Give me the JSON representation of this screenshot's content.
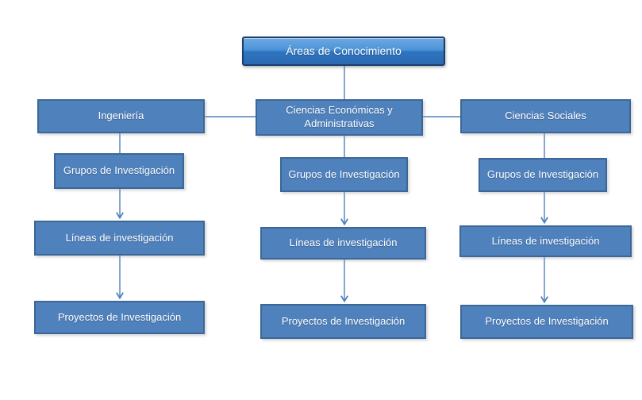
{
  "diagram": {
    "root": {
      "label": "Áreas de Conocimiento"
    },
    "columns": [
      {
        "area": "Ingeniería",
        "levels": [
          "Grupos de Investigación",
          "Líneas de investigación",
          "Proyectos de Investigación"
        ]
      },
      {
        "area": "Ciencias  Económicas y Administrativas",
        "levels": [
          "Grupos de Investigación",
          "Líneas de investigación",
          "Proyectos de Investigación"
        ]
      },
      {
        "area": "Ciencias Sociales",
        "levels": [
          "Grupos de Investigación",
          "Líneas de investigación",
          "Proyectos de Investigación"
        ]
      }
    ],
    "colors": {
      "box_fill": "#4f81bd",
      "box_border": "#3c6796",
      "root_border": "#1b3e6e",
      "root_gradient_top": "#6fa9e2",
      "root_gradient_bottom": "#2b69b1",
      "connector": "#4f81bd",
      "text": "#ffffff",
      "background": "#ffffff"
    }
  }
}
